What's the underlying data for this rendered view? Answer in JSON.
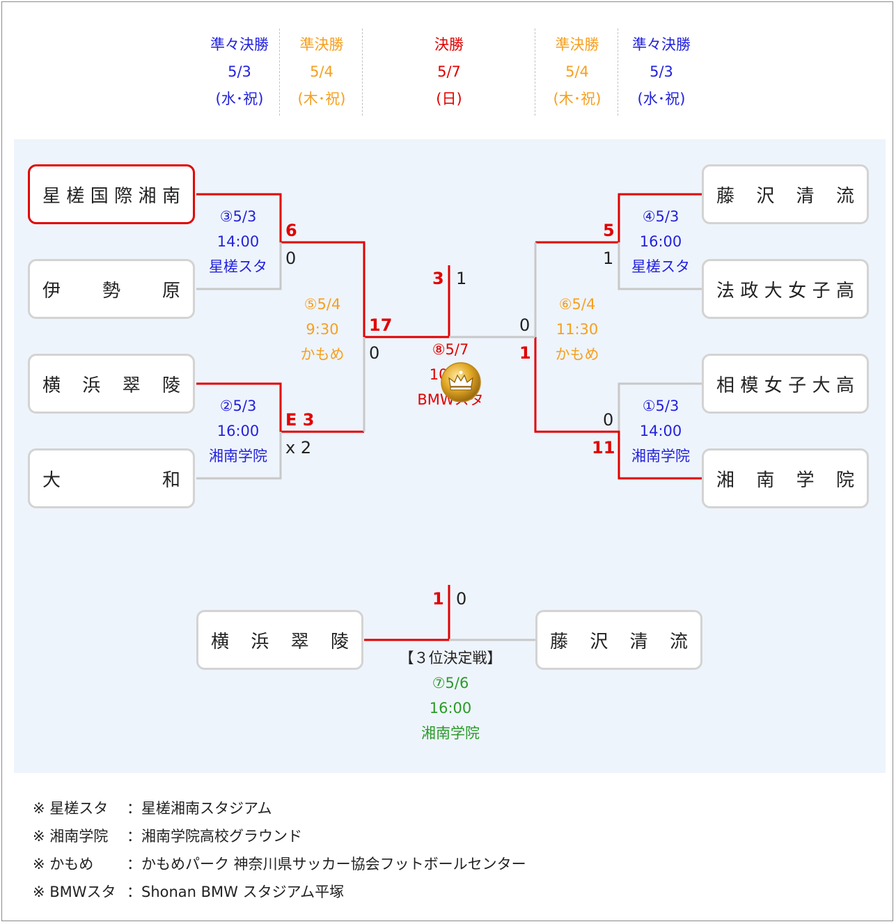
{
  "header": {
    "left_qf": {
      "round": "準々決勝",
      "date": "5/3",
      "day": "(水･祝)"
    },
    "left_sf": {
      "round": "準決勝",
      "date": "5/4",
      "day": "(木･祝)"
    },
    "final": {
      "round": "決勝",
      "date": "5/7",
      "day": "(日)"
    },
    "right_sf": {
      "round": "準決勝",
      "date": "5/4",
      "day": "(木･祝)"
    },
    "right_qf": {
      "round": "準々決勝",
      "date": "5/3",
      "day": "(水･祝)"
    }
  },
  "teams": {
    "l1": "星槎国際湘南",
    "l2": "伊勢原",
    "l3": "横浜翠陵",
    "l4": "大和",
    "r1": "藤沢清流",
    "r2": "法政大女子高",
    "r3": "相模女子大高",
    "r4": "湘南学院",
    "t1": "横浜翠陵",
    "t2": "藤沢清流"
  },
  "matches": {
    "m3": {
      "no": "③5/3",
      "time": "14:00",
      "venue": "星槎スタ"
    },
    "m2": {
      "no": "②5/3",
      "time": "16:00",
      "venue": "湘南学院"
    },
    "m5": {
      "no": "⑤5/4",
      "time": "9:30",
      "venue": "かもめ"
    },
    "m8": {
      "no": "⑧5/7",
      "time": "10:00",
      "venue": "BMWスタ"
    },
    "m6": {
      "no": "⑥5/4",
      "time": "11:30",
      "venue": "かもめ"
    },
    "m4": {
      "no": "④5/3",
      "time": "16:00",
      "venue": "星槎スタ"
    },
    "m1": {
      "no": "①5/3",
      "time": "14:00",
      "venue": "湘南学院"
    },
    "m7": {
      "title": "【３位決定戦】",
      "no": "⑦5/6",
      "time": "16:00",
      "venue": "湘南学院"
    }
  },
  "scores": {
    "m3_top": "6",
    "m3_bot": "0",
    "m2_top": "E 3",
    "m2_bot": "x 2",
    "m5_top": "17",
    "m5_bot": "0",
    "m4_top": "5",
    "m4_bot": "1",
    "m1_top": "0",
    "m1_bot": "11",
    "m6_top": "0",
    "m6_bot": "1",
    "final_l": "3",
    "final_r": "1",
    "third_l": "1",
    "third_r": "0"
  },
  "champion_icon": "crown-icon",
  "notes": [
    {
      "key": "※ 星槎スタ",
      "value": "：星槎湘南スタジアム"
    },
    {
      "key": "※ 湘南学院",
      "value": "：湘南学院高校グラウンド"
    },
    {
      "key": "※ かもめ",
      "value": "：かもめパーク 神奈川県サッカー協会フットボールセンター"
    },
    {
      "key": "※ BMWスタ",
      "value": "：Shonan BMW スタジアム平塚"
    }
  ],
  "colors": {
    "winner": "#e00000",
    "line": "#c8c8c8",
    "qf": "#2222dd",
    "sf": "#f5a020",
    "final": "#e00000",
    "third": "#2a9a2a",
    "field": "#eef4fb"
  }
}
